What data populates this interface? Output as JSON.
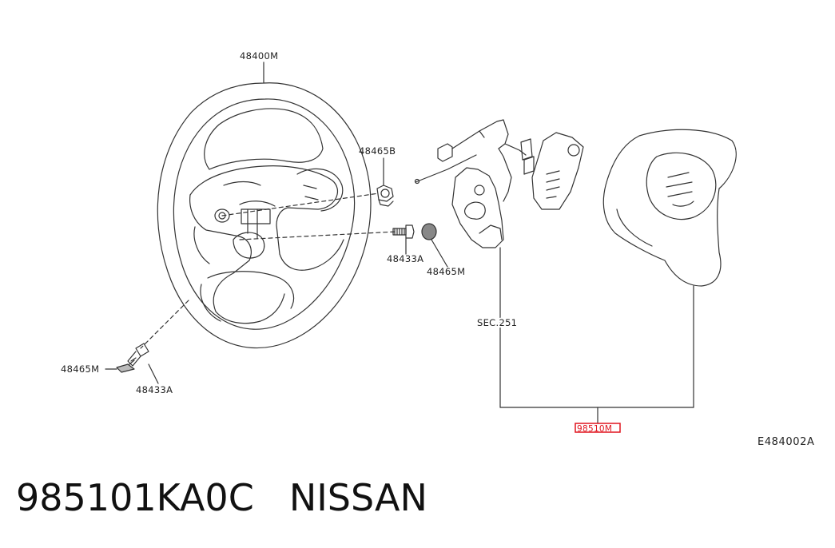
{
  "diagram": {
    "part_labels": {
      "steering_wheel": "48400M",
      "nut_b": "48465B",
      "bolt_a_right": "48433A",
      "cap_m_right": "48465M",
      "cap_m_left": "48465M",
      "bolt_a_left": "48433A",
      "section_ref": "SEC.251",
      "airbag_module": "98510M"
    },
    "figure_code": "E484002A",
    "highlight_color": "#e0141e"
  },
  "caption": {
    "part_number": "985101KA0C",
    "brand": "NISSAN"
  }
}
